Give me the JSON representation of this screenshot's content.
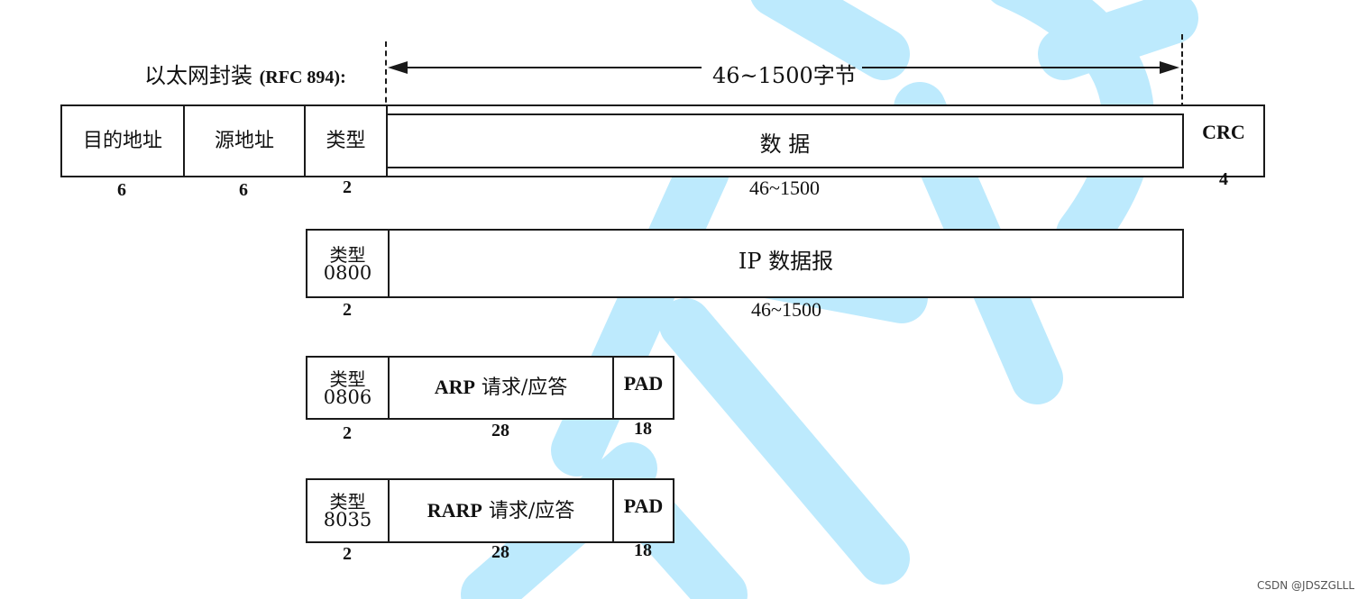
{
  "encap": {
    "title": "以太网封装",
    "rfc": "(RFC 894):",
    "arrow_label": "46~1500字节"
  },
  "ethernet": {
    "dest": "目的地址",
    "src": "源地址",
    "type": "类型",
    "data": "数 据",
    "crc": "CRC",
    "n_dest": "6",
    "n_src": "6",
    "n_type": "2",
    "n_data": "46~1500",
    "n_crc": "4"
  },
  "ip": {
    "type_label": "类型",
    "type_code": "0800",
    "payload": "IP 数据报",
    "n_type": "2",
    "n_payload": "46~1500"
  },
  "arp": {
    "type_label": "类型",
    "type_code": "0806",
    "payload_prefix": "ARP",
    "payload_text": " 请求/应答",
    "pad": "PAD",
    "n_type": "2",
    "n_payload": "28",
    "n_pad": "18"
  },
  "rarp": {
    "type_label": "类型",
    "type_code": "8035",
    "payload_prefix": "RARP",
    "payload_text": " 请求/应答",
    "pad": "PAD",
    "n_type": "2",
    "n_payload": "28",
    "n_pad": "18"
  },
  "watermark": {
    "text": "CSDN @JDSZGLLL",
    "color": "#00aeec"
  }
}
